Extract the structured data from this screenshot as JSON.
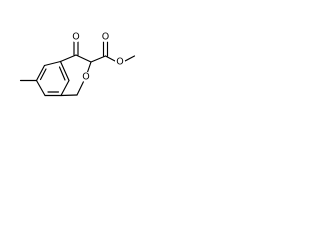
{
  "molecule": {
    "atoms": {
      "ketone_oxygen": "O",
      "ring_oxygen": "O",
      "ester_carbonyl_oxygen": "O",
      "ester_ether_oxygen": "O"
    }
  },
  "colors": {
    "bond": "#000000",
    "label": "#000000",
    "background": "#ffffff"
  }
}
